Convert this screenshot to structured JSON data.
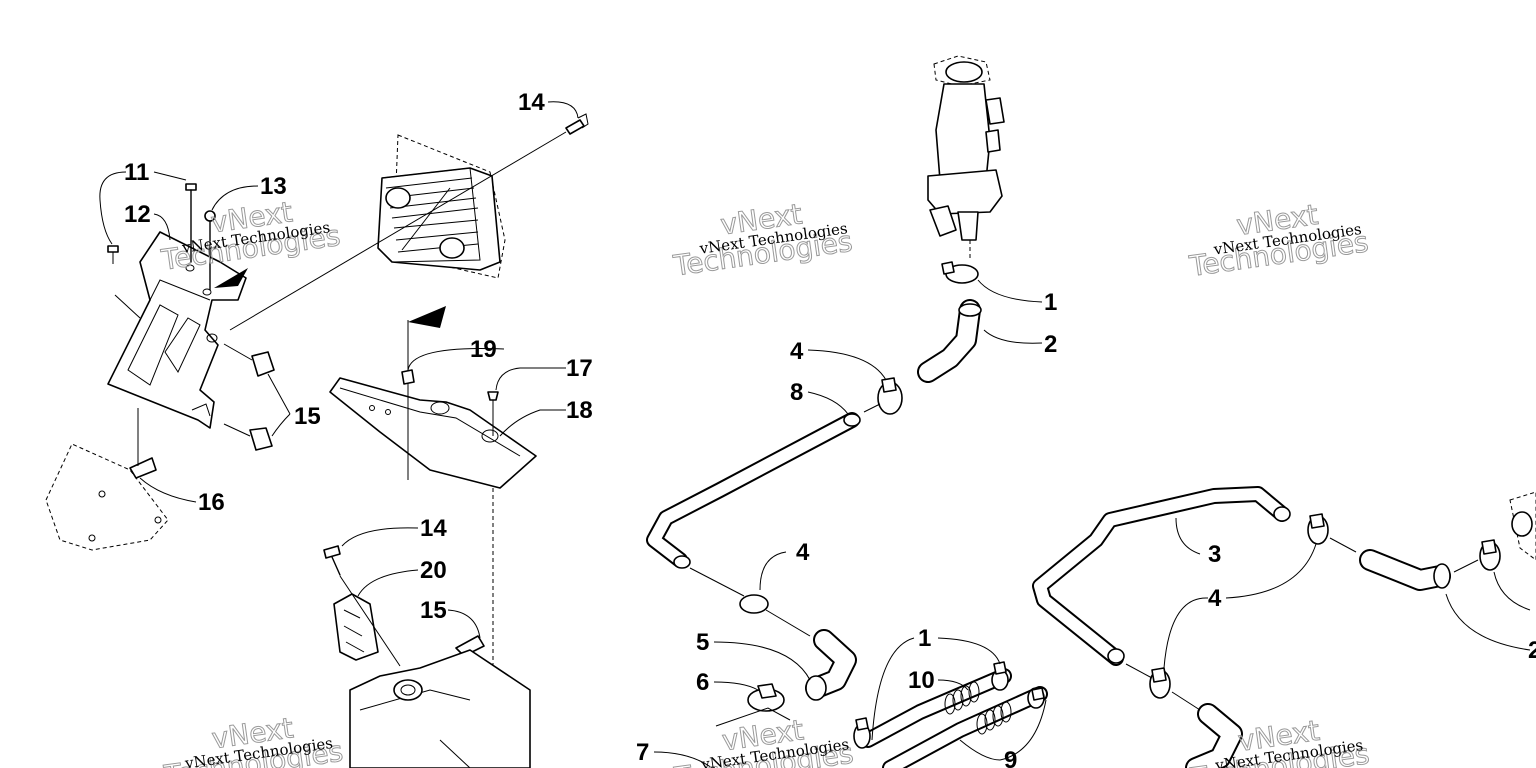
{
  "diagram": {
    "labels": [
      {
        "id": "lbl-14a",
        "text": "14"
      },
      {
        "id": "lbl-11",
        "text": "11"
      },
      {
        "id": "lbl-13",
        "text": "13"
      },
      {
        "id": "lbl-12",
        "text": "12"
      },
      {
        "id": "lbl-19",
        "text": "19"
      },
      {
        "id": "lbl-17",
        "text": "17"
      },
      {
        "id": "lbl-18",
        "text": "18"
      },
      {
        "id": "lbl-15a",
        "text": "15"
      },
      {
        "id": "lbl-16",
        "text": "16"
      },
      {
        "id": "lbl-14b",
        "text": "14"
      },
      {
        "id": "lbl-20",
        "text": "20"
      },
      {
        "id": "lbl-15b",
        "text": "15"
      },
      {
        "id": "lbl-1a",
        "text": "1"
      },
      {
        "id": "lbl-2a",
        "text": "2"
      },
      {
        "id": "lbl-4a",
        "text": "4"
      },
      {
        "id": "lbl-8",
        "text": "8"
      },
      {
        "id": "lbl-4b",
        "text": "4"
      },
      {
        "id": "lbl-5",
        "text": "5"
      },
      {
        "id": "lbl-6",
        "text": "6"
      },
      {
        "id": "lbl-7",
        "text": "7"
      },
      {
        "id": "lbl-1b",
        "text": "1"
      },
      {
        "id": "lbl-10",
        "text": "10"
      },
      {
        "id": "lbl-9",
        "text": "9"
      },
      {
        "id": "lbl-3",
        "text": "3"
      },
      {
        "id": "lbl-4c",
        "text": "4"
      },
      {
        "id": "lbl-2b",
        "text": "2"
      }
    ],
    "watermarks": {
      "small": "vNext Technologies",
      "big_line1": "vNext",
      "big_line2": "Technologies"
    }
  }
}
